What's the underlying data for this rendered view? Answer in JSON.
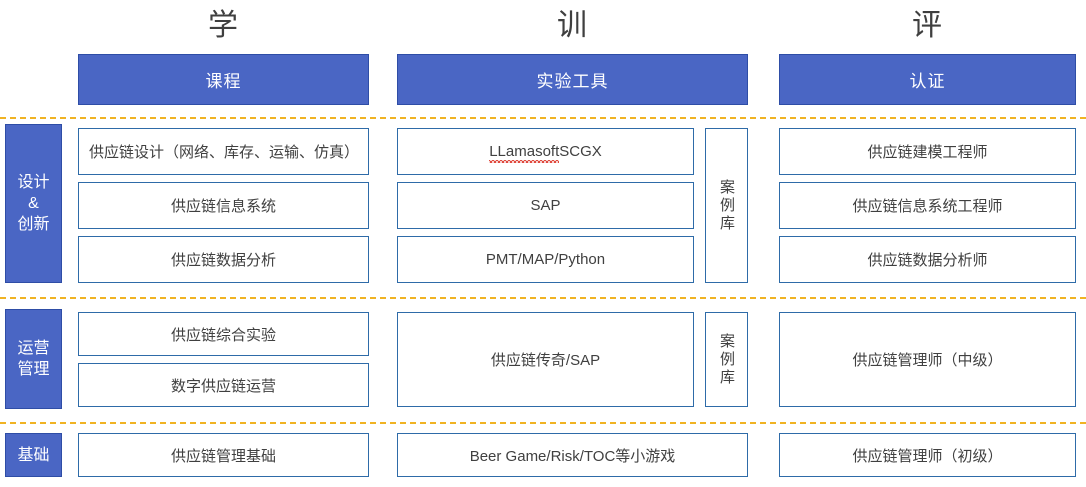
{
  "columns": [
    {
      "caption": "学",
      "header": "课程"
    },
    {
      "caption": "训",
      "header": "实验工具"
    },
    {
      "caption": "评",
      "header": "认证"
    }
  ],
  "rows": [
    {
      "label": "设计\n&\n创新"
    },
    {
      "label": "运营\n管理"
    },
    {
      "label": "基础"
    }
  ],
  "cells": {
    "design_courses": [
      "供应链设计（网络、库存、运输、仿真）",
      "供应链信息系统",
      "供应链数据分析"
    ],
    "design_tools": [
      "LLamasoft",
      " SCGX",
      "SAP",
      "PMT/MAP/Python"
    ],
    "design_tools_flat": [
      "LLamasoft SCGX",
      "SAP",
      "PMT/MAP/Python"
    ],
    "design_certs": [
      "供应链建模工程师",
      "供应链信息系统工程师",
      "供应链数据分析师"
    ],
    "ops_courses": [
      "供应链综合实验",
      "数字供应链运营"
    ],
    "ops_tools": [
      "供应链传奇/SAP"
    ],
    "ops_certs": [
      "供应链管理师（中级）"
    ],
    "basic_courses": [
      "供应链管理基础"
    ],
    "basic_tools": [
      "Beer Game/Risk/TOC等小游戏"
    ],
    "basic_certs": [
      "供应链管理师（初级）"
    ],
    "case_library_1": "案例库",
    "case_library_2": "案例库"
  },
  "colors": {
    "brand_blue": "#4a66c4",
    "brand_blue_border": "#2e4da6",
    "card_border": "#2e6ba8",
    "separator_orange": "#f0b323",
    "text": "#404040",
    "spellcheck_red": "#e04a3f"
  }
}
